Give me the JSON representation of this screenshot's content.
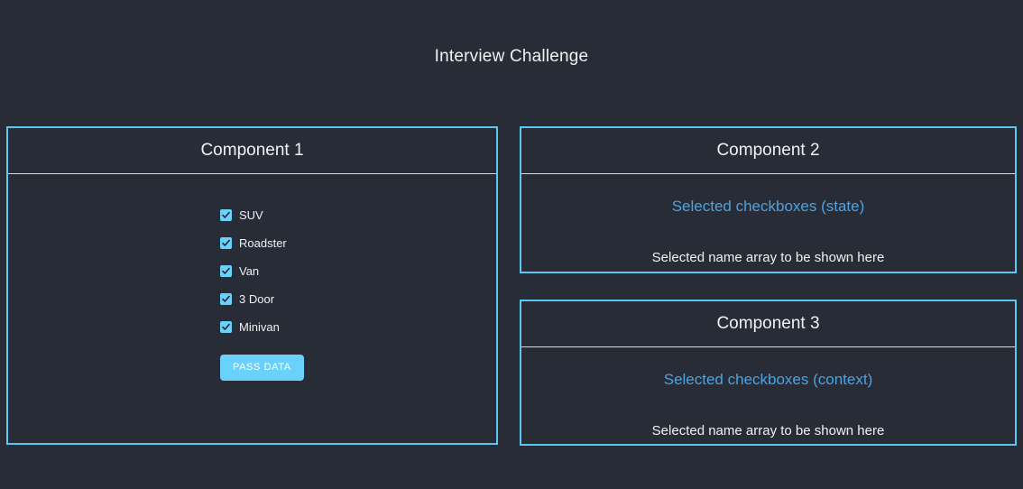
{
  "app": {
    "title": "Interview Challenge",
    "accent_border": "#5bc7f2",
    "accent_blue_text": "#4ba3e3",
    "checkbox_fill": "#6ad2fa",
    "background": "#282c36"
  },
  "component1": {
    "title": "Component 1",
    "checkboxes": [
      {
        "label": "SUV",
        "checked": true
      },
      {
        "label": "Roadster",
        "checked": true
      },
      {
        "label": "Van",
        "checked": true
      },
      {
        "label": "3 Door",
        "checked": true
      },
      {
        "label": "Minivan",
        "checked": true
      }
    ],
    "button_label": "PASS DATA"
  },
  "component2": {
    "title": "Component 2",
    "result_title": "Selected checkboxes (state)",
    "result_value": "Selected name array to be shown here"
  },
  "component3": {
    "title": "Component 3",
    "result_title": "Selected checkboxes (context)",
    "result_value": "Selected name array to be shown here"
  }
}
